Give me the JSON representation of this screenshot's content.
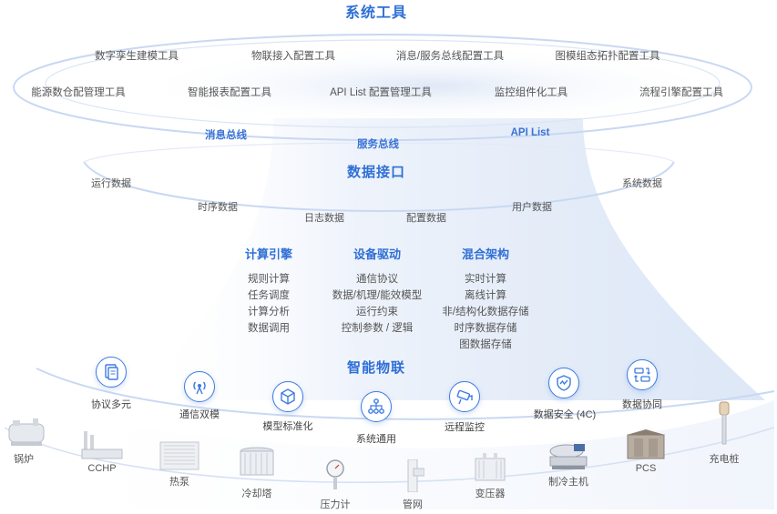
{
  "title": "系统工具",
  "tools_row1": [
    "数字孪生建模工具",
    "物联接入配置工具",
    "消息/服务总线配置工具",
    "图模组态拓扑配置工具"
  ],
  "tools_row2": [
    "能源数仓配管理工具",
    "智能报表配置工具",
    "API List 配置管理工具",
    "监控组件化工具",
    "流程引擎配置工具"
  ],
  "buses": [
    "消息总线",
    "服务总线",
    "API List"
  ],
  "data_interface": {
    "title": "数据接口",
    "items": [
      "运行数据",
      "时序数据",
      "日志数据",
      "配置数据",
      "用户数据",
      "系统数据"
    ]
  },
  "columns": [
    {
      "title": "计算引擎",
      "items": [
        "规则计算",
        "任务调度",
        "计算分析",
        "数据调用"
      ]
    },
    {
      "title": "设备驱动",
      "items": [
        "通信协议",
        "数据/机理/能效模型",
        "运行约束",
        "控制参数 / 逻辑"
      ]
    },
    {
      "title": "混合架构",
      "items": [
        "实时计算",
        "离线计算",
        "非/结构化数据存储",
        "时序数据存储",
        "图数据存储"
      ]
    }
  ],
  "iot": {
    "title": "智能物联",
    "items": [
      {
        "label": "协议多元",
        "icon": "document-stack-icon"
      },
      {
        "label": "通信双模",
        "icon": "signal-tower-icon"
      },
      {
        "label": "模型标准化",
        "icon": "cube-icon"
      },
      {
        "label": "系统通用",
        "icon": "hierarchy-icon"
      },
      {
        "label": "远程监控",
        "icon": "camera-icon"
      },
      {
        "label": "数据安全 (4C)",
        "icon": "shield-icon"
      },
      {
        "label": "数据协同",
        "icon": "sync-icon"
      }
    ]
  },
  "equipment": [
    "锅炉",
    "CCHP",
    "热泵",
    "冷却塔",
    "压力计",
    "管网",
    "变压器",
    "制冷主机",
    "PCS",
    "充电桩"
  ],
  "colors": {
    "accent": "#2f6fd6",
    "ring": "#c9d8f2",
    "funnel": "#e8eff9"
  }
}
